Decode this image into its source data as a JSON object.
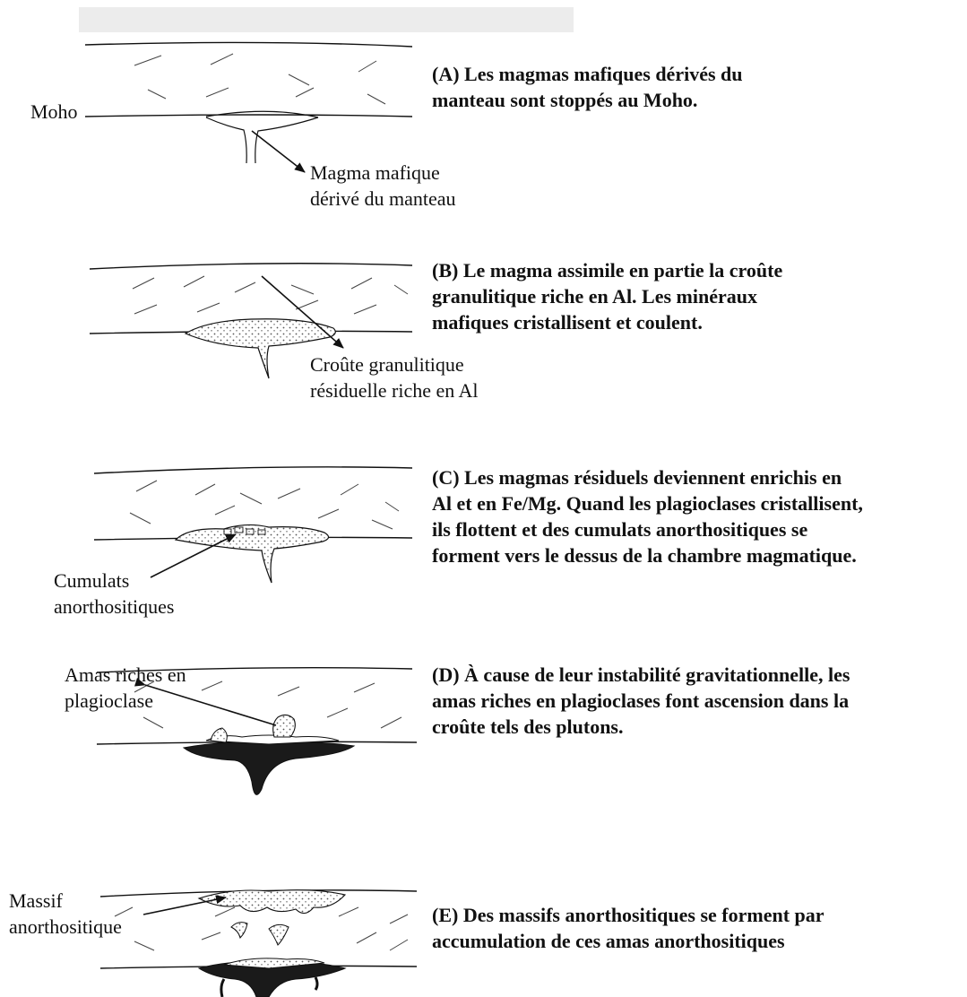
{
  "panels": [
    {
      "id": "A",
      "caption": [
        "(A) Les magmas mafiques dérivés du",
        "manteau sont stoppés au Moho."
      ],
      "labels": [
        {
          "key": "moho",
          "lines": [
            "Moho"
          ]
        },
        {
          "key": "magma",
          "lines": [
            "Magma mafique",
            "dérivé du manteau"
          ]
        }
      ]
    },
    {
      "id": "B",
      "caption": [
        "(B) Le magma assimile en partie la croûte",
        "granulitique riche en Al. Les minéraux",
        "mafiques cristallisent et coulent."
      ],
      "labels": [
        {
          "key": "croute",
          "lines": [
            "Croûte granulitique",
            "résiduelle riche en Al"
          ]
        }
      ]
    },
    {
      "id": "C",
      "caption": [
        "(C) Les magmas résiduels deviennent enrichis en",
        "Al et en Fe/Mg. Quand les plagioclases cristallisent,",
        "ils flottent et des cumulats anorthositiques se",
        "forment vers le dessus de la chambre magmatique."
      ],
      "labels": [
        {
          "key": "cumulats",
          "lines": [
            "Cumulats",
            "anorthositiques"
          ]
        }
      ]
    },
    {
      "id": "D",
      "caption": [
        "(D) À cause de leur instabilité gravitationnelle, les",
        "amas riches en plagioclases font ascension dans la",
        "croûte tels des plutons."
      ],
      "labels": [
        {
          "key": "amas",
          "lines": [
            "Amas riches en",
            "plagioclase"
          ]
        }
      ]
    },
    {
      "id": "E",
      "caption": [
        "(E) Des massifs anorthositiques se forment par",
        "accumulation de ces amas anorthositiques"
      ],
      "labels": [
        {
          "key": "massif",
          "lines": [
            "Massif",
            "anorthositique"
          ]
        }
      ]
    }
  ]
}
